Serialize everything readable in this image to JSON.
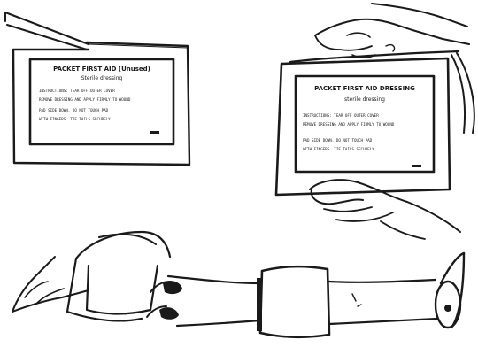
{
  "caption": {
    "text": "",
    "color": "#ff1a1a"
  },
  "panels": [
    {
      "id": "packet-closed",
      "label_title": "PACKET FIRST AID (Unused)",
      "label_subtitle": "Sterile dressing",
      "label_lines": [
        "INSTRUCTIONS: TEAR OFF OUTER COVER",
        "REMOVE DRESSING AND APPLY FIRMLY TO WOUND",
        "PAD SIDE DOWN. DO NOT TOUCH PAD",
        "WITH FINGERS. TIE TAILS SECURELY"
      ]
    },
    {
      "id": "packet-opening",
      "label_title": "PACKET FIRST AID DRESSING",
      "label_subtitle": "sterile dressing",
      "label_lines": [
        "INSTRUCTIONS: TEAR OFF OUTER COVER",
        "REMOVE DRESSING AND APPLY FIRMLY TO WOUND",
        "PAD SIDE DOWN. DO NOT TOUCH PAD",
        "WITH FINGERS. TIE TAILS SECURELY"
      ]
    },
    {
      "id": "bandage-unrolled"
    }
  ],
  "ink_color": "#1a1a1a"
}
